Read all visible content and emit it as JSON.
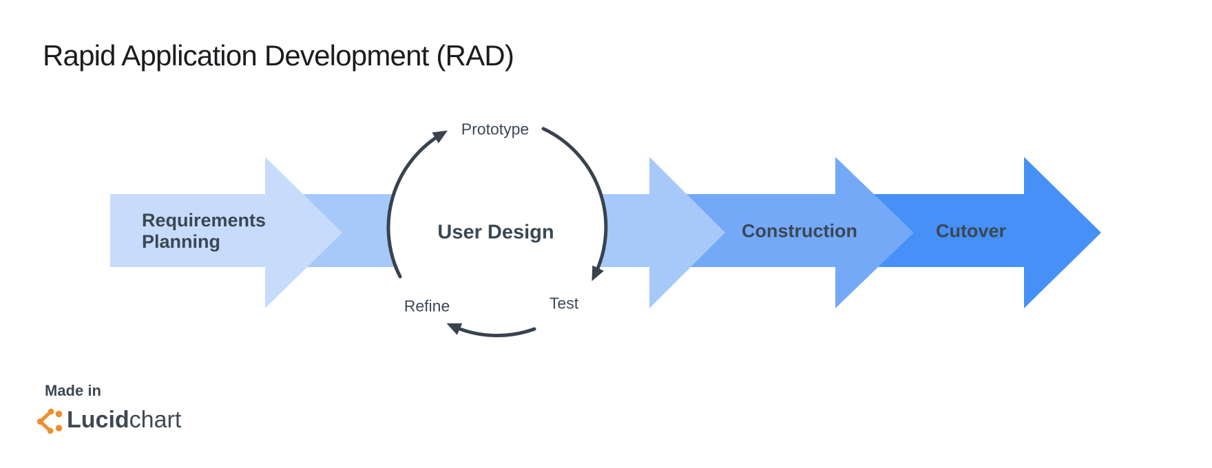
{
  "title": "Rapid Application Development (RAD)",
  "diagram": {
    "stages": [
      {
        "id": "requirements-planning",
        "label": "Requirements\nPlanning",
        "color": "#C7DCFC"
      },
      {
        "id": "user-design",
        "label": "User Design",
        "color": "#A6C9FA"
      },
      {
        "id": "construction",
        "label": "Construction",
        "color": "#74A9F8"
      },
      {
        "id": "cutover",
        "label": "Cutover",
        "color": "#4690F7"
      }
    ],
    "cycle": {
      "steps": [
        {
          "label": "Prototype"
        },
        {
          "label": "Test"
        },
        {
          "label": "Refine"
        }
      ],
      "arrow_color": "#39434E"
    }
  },
  "footer": {
    "made_in": "Made in",
    "brand": {
      "bold": "Lucid",
      "regular": "chart"
    },
    "brand_text_color": "#3F4954",
    "logo_color": "#F18D2F"
  },
  "colors": {
    "background": "#FFFFFF",
    "label_text": "#3B4751",
    "title_text": "#1A1C1F"
  }
}
